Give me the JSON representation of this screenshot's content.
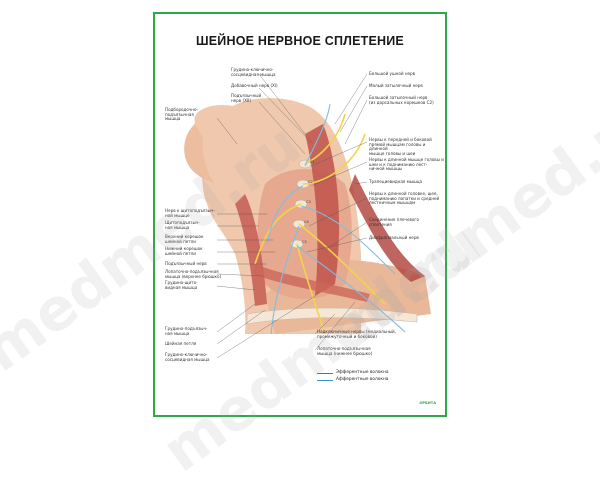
{
  "poster": {
    "title": "ШЕЙНОЕ НЕРВНОЕ СПЛЕТЕНИЕ",
    "labels_left": [
      "Подбородочно-\nподъязычная\nмышца",
      "Нерв к щитоподъязыч-\nной мышце",
      "Щитоподъязыч-\nная мышца",
      "Верхний корешок\nшейной петли",
      "Нижний корешок\nшейной петли",
      "Подъязычный нерв",
      "Лопаточно-подъязычная\nмышца (верхнее брюшко)",
      "Грудино-щито-\nвидная мышца",
      "Грудино-подъязыч-\nная мышца",
      "Шейная петля",
      "Грудино-ключично-\nсосцевидная мышца"
    ],
    "labels_top": [
      "Грудино-ключично-\nсосцевидная мышца",
      "Добавочный нерв (XI)",
      "Подъязычный\nнерв (XII)"
    ],
    "labels_right": [
      "Большой ушной нерв",
      "Малый затылочный нерв",
      "Большой затылочный нерв\n(из дорсальных корешков С2)",
      "Нервы к передней и боковой\nпрямой мышцам головы и длинной\nмышце головы и шеи",
      "Нервы к длинной мышце головы и\nшеи и к подниманию лест-\nничной мышцы",
      "Трапециевидная мышца",
      "Нервы к длинной головке, шее,\nподниманию лопатки и средней\nлестничным мышцам",
      "Соединение плечевого\nсплетения",
      "Диафрагмальный нерв"
    ],
    "labels_bottom": [
      "Надключичные нервы (медиальный,\nпромежуточный и боковой)",
      "Лопаточно-подъязычная\nмышца (нижнее брюшко)"
    ],
    "vertebra_labels": [
      "C1",
      "C2",
      "C3",
      "C4",
      "C5"
    ],
    "legend": [
      {
        "label": "Эфферентные волокна",
        "color": "#d6404a"
      },
      {
        "label": "Афферентные волокна",
        "color": "#3a8fd6"
      }
    ],
    "logo": "ОРБИТА"
  },
  "watermark": "medmed.ru",
  "colors": {
    "frame": "#2ea84a",
    "skin": "#f0c8ad",
    "muscle": "#c0524a",
    "nerve_yellow": "#f4d24a",
    "nerve_blue": "#7fbde6"
  }
}
